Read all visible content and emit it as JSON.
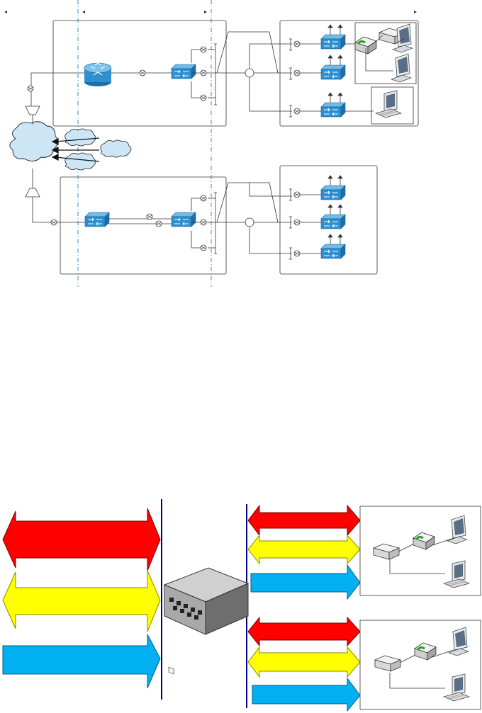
{
  "diagram": {
    "top_topology": {
      "zones": [
        "zone-left",
        "zone-middle",
        "zone-right"
      ],
      "upper_branch": {
        "core_device": "router",
        "aggregation_device": "switch",
        "access_switches": 3,
        "endpoints": [
          "modem",
          "monitor",
          "pc",
          "computer"
        ]
      },
      "cloud": {
        "sub_clouds": 3
      },
      "lower_branch": {
        "core_device": "switch",
        "aggregation_device": "switch",
        "access_switches": 3
      }
    },
    "bottom_view": {
      "left_arrows": [
        "red",
        "yellow",
        "blue"
      ],
      "center_device": "network-hub",
      "right_groups": [
        {
          "arrows": [
            "red",
            "yellow",
            "blue"
          ],
          "devices": [
            "modem",
            "router",
            "monitor",
            "pc"
          ]
        },
        {
          "arrows": [
            "red",
            "yellow",
            "blue"
          ],
          "devices": [
            "modem",
            "router",
            "monitor",
            "pc"
          ]
        }
      ]
    },
    "colors": {
      "red": "#ff0000",
      "yellow": "#ffff00",
      "blue": "#00b0f0",
      "switch_blue": "#2e8fd1",
      "divider": "#0000a0",
      "cloud": "#cce6f5"
    }
  }
}
